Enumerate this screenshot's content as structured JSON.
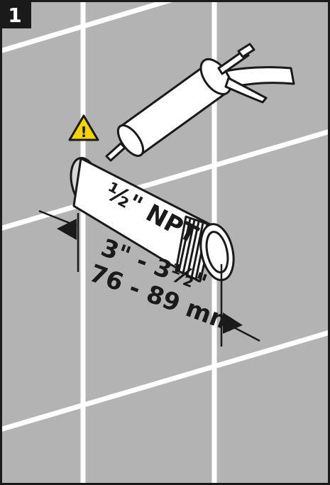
{
  "step": {
    "number": "1"
  },
  "pipe": {
    "label": "½\" NPT"
  },
  "dimension": {
    "imperial": "3\" - 3½\"",
    "metric": "76 - 89 mm"
  },
  "warning": {
    "glyph": "!",
    "icon": "warning-triangle-icon"
  },
  "colors": {
    "tile": "#b3b3b3",
    "grout": "#ffffff",
    "badge": "#1a1a1a",
    "outline": "#1a1a1a",
    "warning_fill": "#f2d500"
  }
}
